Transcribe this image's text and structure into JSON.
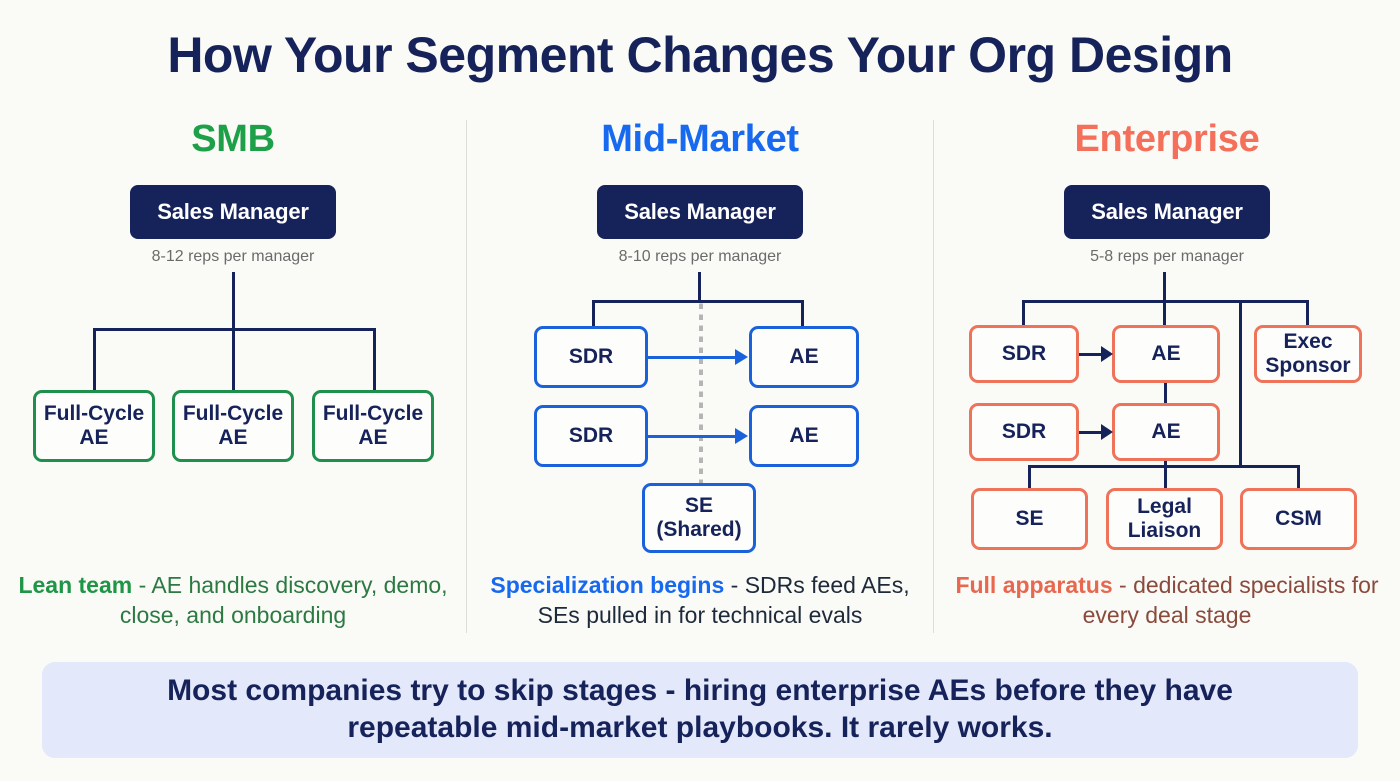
{
  "title": "How Your Segment Changes Your Org Design",
  "colors": {
    "background": "#FAFAF7",
    "navy": "#16225A",
    "smb_green": "#1EA049",
    "midmarket_blue": "#1769F0",
    "enterprise_coral": "#F4705A",
    "banner_bg": "#E3E8FA",
    "divider": "#DCDCD8",
    "note_gray": "#6B6B6B"
  },
  "columns": [
    {
      "id": "smb",
      "header": "SMB",
      "manager": "Sales Manager",
      "ratio_note": "8-12 reps per manager",
      "nodes": [
        {
          "id": "smb-ae-1",
          "label": "Full-Cycle\nAE",
          "line1": "Full-Cycle",
          "line2": "AE"
        },
        {
          "id": "smb-ae-2",
          "label": "Full-Cycle\nAE",
          "line1": "Full-Cycle",
          "line2": "AE"
        },
        {
          "id": "smb-ae-3",
          "label": "Full-Cycle\nAE",
          "line1": "Full-Cycle",
          "line2": "AE"
        }
      ],
      "caption_bold": "Lean team",
      "caption_rest": " - AE handles discovery, demo, close, and onboarding"
    },
    {
      "id": "mid-market",
      "header": "Mid-Market",
      "manager": "Sales Manager",
      "ratio_note": "8-10 reps per manager",
      "nodes": [
        {
          "id": "mm-sdr-1",
          "label": "SDR"
        },
        {
          "id": "mm-ae-1",
          "label": "AE"
        },
        {
          "id": "mm-sdr-2",
          "label": "SDR"
        },
        {
          "id": "mm-ae-2",
          "label": "AE"
        },
        {
          "id": "mm-se",
          "line1": "SE",
          "line2": "(Shared)"
        }
      ],
      "caption_bold": "Specialization begins",
      "caption_rest": " - SDRs feed AEs, SEs pulled in for technical evals"
    },
    {
      "id": "enterprise",
      "header": "Enterprise",
      "manager": "Sales Manager",
      "ratio_note": "5-8 reps per manager",
      "nodes": [
        {
          "id": "ent-sdr-1",
          "label": "SDR"
        },
        {
          "id": "ent-ae-1",
          "label": "AE"
        },
        {
          "id": "ent-exec",
          "line1": "Exec",
          "line2": "Sponsor"
        },
        {
          "id": "ent-sdr-2",
          "label": "SDR"
        },
        {
          "id": "ent-ae-2",
          "label": "AE"
        },
        {
          "id": "ent-se",
          "label": "SE"
        },
        {
          "id": "ent-legal",
          "line1": "Legal",
          "line2": "Liaison"
        },
        {
          "id": "ent-csm",
          "label": "CSM"
        }
      ],
      "caption_bold": "Full apparatus",
      "caption_rest": " - dedicated specialists for every deal stage"
    }
  ],
  "banner": {
    "line1": "Most companies try to skip stages - hiring enterprise AEs before they have",
    "line2": "repeatable mid-market playbooks. It rarely works."
  }
}
